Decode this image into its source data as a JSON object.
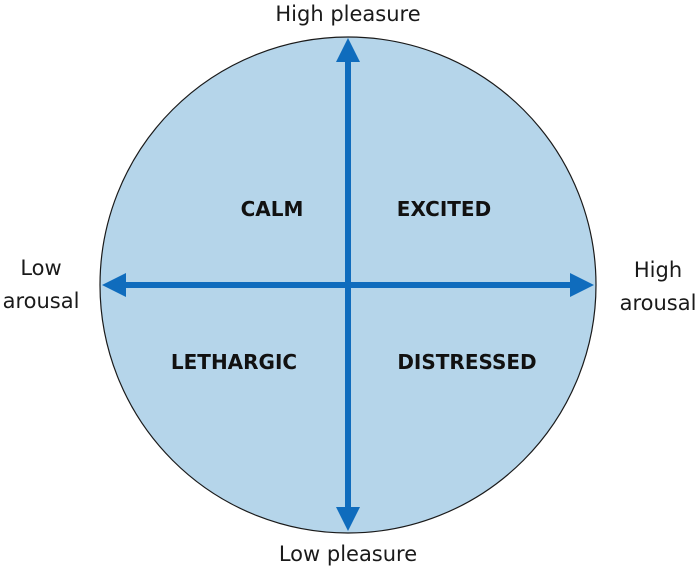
{
  "axes": {
    "top": "High pleasure",
    "bottom": "Low pleasure",
    "left_line1": "Low",
    "left_line2": "arousal",
    "right_line1": "High",
    "right_line2": "arousal"
  },
  "quadrants": {
    "top_left": "CALM",
    "top_right": "EXCITED",
    "bottom_left": "LETHARGIC",
    "bottom_right": "DISTRESSED"
  },
  "colors": {
    "circle_fill": "#b5d5ea",
    "circle_stroke": "#1a1a1a",
    "arrow": "#0f6cbd"
  }
}
